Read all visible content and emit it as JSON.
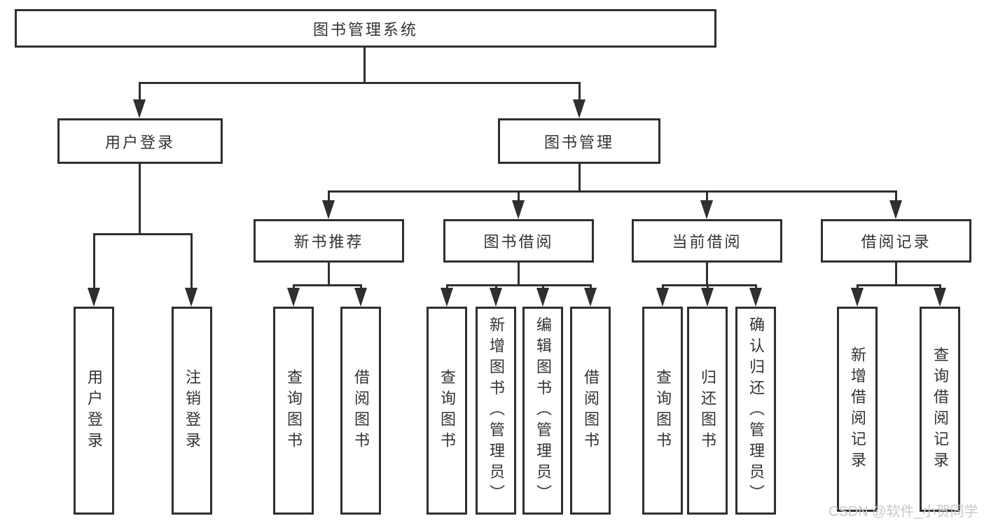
{
  "tree": {
    "root": {
      "label": "图书管理系统"
    },
    "branches": [
      {
        "label": "用户登录",
        "leaves": [
          "用户登录",
          "注销登录"
        ]
      },
      {
        "label": "图书管理",
        "children": [
          {
            "label": "新书推荐",
            "leaves": [
              "查询图书",
              "借阅图书"
            ]
          },
          {
            "label": "图书借阅",
            "leaves": [
              "查询图书",
              "新增图书（管理员）",
              "编辑图书（管理员）",
              "借阅图书"
            ]
          },
          {
            "label": "当前借阅",
            "leaves": [
              "查询图书",
              "归还图书",
              "确认归还（管理员）"
            ]
          },
          {
            "label": "借阅记录",
            "leaves": [
              "新增借阅记录",
              "查询借阅记录"
            ]
          }
        ]
      }
    ]
  },
  "watermark": {
    "text": "CSDN @软件_小贺同学"
  },
  "colors": {
    "line": "#2f2f2f",
    "border": "#2f2f2f",
    "text": "#333333",
    "watermark": "#c8c8c8",
    "background": "#ffffff"
  }
}
